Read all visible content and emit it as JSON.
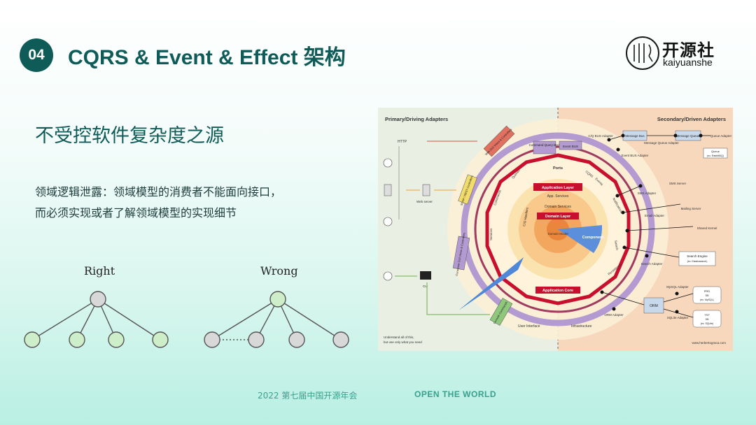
{
  "header": {
    "badge": "04",
    "title": "CQRS & Event & Effect 架构"
  },
  "logo": {
    "cn": "开源社",
    "en": "kaiyuanshe"
  },
  "content": {
    "subtitle": "不受控软件复杂度之源",
    "desc_line1": "领域逻辑泄露：领域模型的消费者不能面向接口，",
    "desc_line2": "而必须实现或者了解领域模型的实现细节"
  },
  "trees": {
    "right_label": "Right",
    "wrong_label": "Wrong"
  },
  "diagram": {
    "left_header": "Primary/Driving Adapters",
    "right_header": "Secondary/Driven Adapters",
    "http": "HTTP",
    "web_server": "Web server",
    "cli": "CLI",
    "command_query_bus": "Command Query BUS",
    "event_bus": "Event BUS",
    "ports": "Ports",
    "app_layer": "Application Layer",
    "app_services": "App. Services",
    "domain_services": "Domain Services",
    "domain_layer": "Domain Layer",
    "domain_model": "Domain Model",
    "component": "Component",
    "app_core": "Application Core",
    "user_interface": "User Interface",
    "infrastructure": "Infrastructure",
    "queries": "Queries",
    "commands": "Commands",
    "services": "Services",
    "cq_handlers": "C/Q Handlers",
    "cq_bus_adapter": "C/Q BUS Adapter",
    "message_bus": "Message Bus",
    "message_queue_adapter": "Message Queue Adapter",
    "message_queue": "Message Queue",
    "queue_adapter": "Queue Adapter",
    "queue": "Queue",
    "queue_note": "(ex. RabbitMQ)",
    "event_bus_adapter": "Event BUS Adapter",
    "sms_server": "SMS Server",
    "sms_adapter": "SMS Adapter",
    "mailing_server": "Mailing Server",
    "email_adapter": "Email Adapter",
    "shared_kernel": "Shared Kernel",
    "search_engine": "Search Engine",
    "search_engine_note": "(ex. Elasticsearch)",
    "search_adapter": "Search Adapter",
    "mysql_adapter": "MySQL Adapter",
    "orm": "ORM",
    "orm_adapter": "ORM Adapter",
    "sqlite_adapter": "SQLite Adapter",
    "prd": "PRD",
    "prd_db": "DB",
    "prd_note": "(ex. MySQL)",
    "tst": "TST",
    "tst_db": "DB",
    "tst_note": "(ex. SQLite)",
    "persistence": "Persistence",
    "notifications": "Notifications",
    "search": "Search",
    "cqrs": "CQRS",
    "events": "Events",
    "understand_line1": "Understand all of this,",
    "understand_line2": "but use only what you need",
    "url": "www.herbertograca.com",
    "web_gui": "Web GUI Views & Controllers",
    "soap_rest": "SOAP / REST Controllers",
    "consumer_gui": "Consumer GUI Views & Controllers",
    "console_commands": "Console Commands"
  },
  "footer": {
    "year": "2022 第七届中国开源年会",
    "slogan": "OPEN THE WORLD"
  },
  "colors": {
    "accent": "#0f5b57",
    "footer": "#3aa08e",
    "node_fill": "#cdeec8",
    "node_root": "#d8d8d8"
  }
}
